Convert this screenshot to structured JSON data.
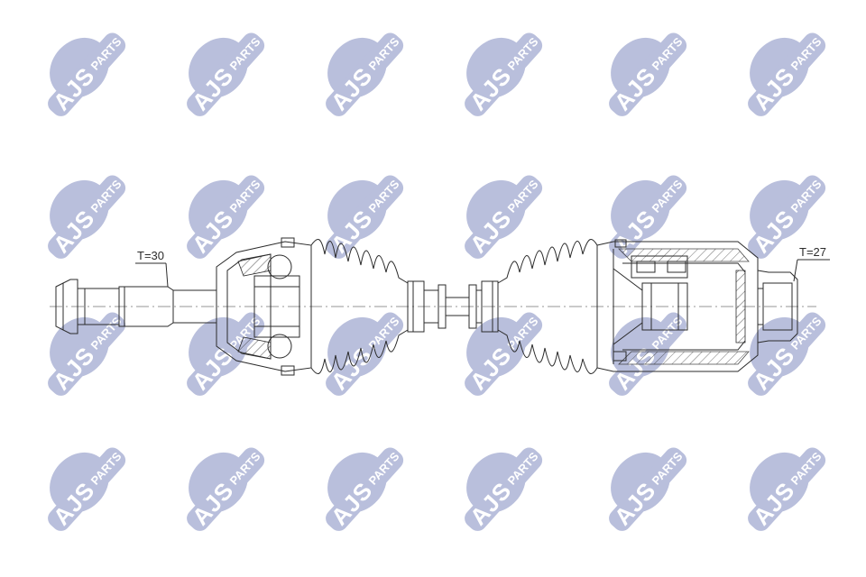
{
  "watermark": {
    "brand": "AJS",
    "suffix": "PARTS",
    "color": "#b9bfdc",
    "text_color": "#ffffff"
  },
  "diagram": {
    "line_color": "#2b2b2b",
    "left_spline_label": "T=30",
    "right_spline_label": "T=27"
  }
}
